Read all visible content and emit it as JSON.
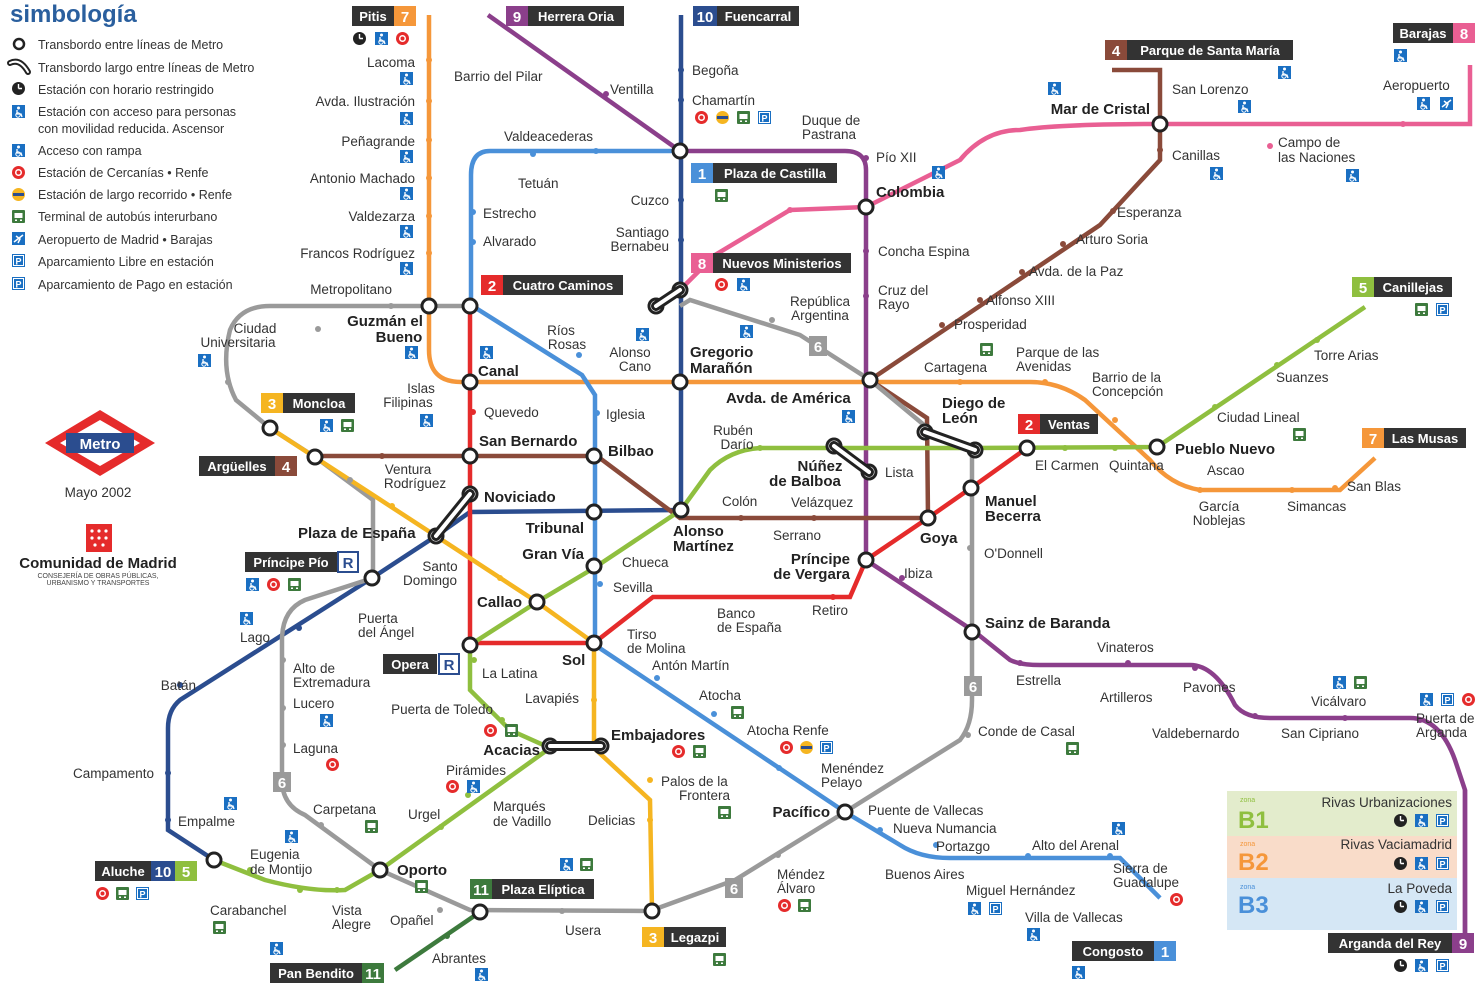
{
  "legend": {
    "title": "simbología",
    "items": [
      {
        "icon": "transfer-ring-icon",
        "label": "Transbordo entre líneas de Metro"
      },
      {
        "icon": "long-transfer-icon",
        "label": "Transbordo largo entre líneas de Metro"
      },
      {
        "icon": "restricted-hours-clock-icon",
        "label": "Estación con horario restringido"
      },
      {
        "icon": "wheelchair-lift-icon",
        "label": "Estación con acceso para personas"
      },
      {
        "icon": "",
        "label": "con movilidad reducida. Ascensor"
      },
      {
        "icon": "wheelchair-ramp-icon",
        "label": "Acceso con rampa"
      },
      {
        "icon": "cercanias-renfe-icon",
        "label": "Estación de Cercanías • Renfe"
      },
      {
        "icon": "long-distance-renfe-icon",
        "label": "Estación de largo recorrido • Renfe"
      },
      {
        "icon": "intercity-bus-icon",
        "label": "Terminal de autobús interurbano"
      },
      {
        "icon": "airport-plane-icon",
        "label": "Aeropuerto de Madrid • Barajas"
      },
      {
        "icon": "free-parking-icon",
        "label": "Aparcamiento Libre en estación"
      },
      {
        "icon": "paid-parking-icon",
        "label": "Aparcamiento de Pago en estación"
      }
    ]
  },
  "brand": {
    "metro_logo": "Metro",
    "date": "Mayo 2002",
    "comunidad": "Comunidad de Madrid",
    "consejeria_1": "CONSEJERÍA DE OBRAS PÚBLICAS,",
    "consejeria_2": "URBANISMO Y TRANSPORTES"
  },
  "colors": {
    "line1": "#4a90d9",
    "line2": "#e52b2b",
    "line3": "#f5b521",
    "line4": "#8a4a3a",
    "line5": "#8fbf3f",
    "line6": "#9a9a9a",
    "line7": "#f5973a",
    "line8": "#e95f93",
    "line9": "#8b3f8b",
    "line10": "#2b4d8f",
    "line11": "#3d7a3d",
    "text": "#333333"
  },
  "terminals": {
    "pitis": {
      "name": "Pitis",
      "num": "7"
    },
    "herrera_oria": {
      "name": "Herrera Oria",
      "num": "9"
    },
    "fuencarral": {
      "name": "Fuencarral",
      "num": "10"
    },
    "plaza_castilla": {
      "name": "Plaza de Castilla",
      "num": "1"
    },
    "cuatro_caminos": {
      "name": "Cuatro Caminos",
      "num": "2"
    },
    "nuevos_ministerios": {
      "name": "Nuevos Ministerios",
      "num": "8"
    },
    "parque_santa_maria": {
      "name": "Parque de Santa María",
      "num": "4"
    },
    "barajas": {
      "name": "Barajas",
      "num": "8"
    },
    "canillejas": {
      "name": "Canillejas",
      "num": "5"
    },
    "las_musas": {
      "name": "Las Musas",
      "num": "7"
    },
    "ventas": {
      "name": "Ventas",
      "num": "2"
    },
    "moncloa": {
      "name": "Moncloa",
      "num": "3"
    },
    "arguelles": {
      "name": "Argüelles",
      "num": "4"
    },
    "principe_pio": {
      "name": "Príncipe Pío",
      "num": "R"
    },
    "opera": {
      "name": "Opera",
      "num": "R"
    },
    "aluche": {
      "name": "Aluche",
      "num1": "10",
      "num2": "5"
    },
    "plaza_eliptica": {
      "name": "Plaza Elíptica",
      "num": "11"
    },
    "pan_bendito": {
      "name": "Pan Bendito",
      "num": "11"
    },
    "legazpi": {
      "name": "Legazpi",
      "num": "3"
    },
    "congosto": {
      "name": "Congosto",
      "num": "1"
    },
    "arganda_rey": {
      "name": "Arganda del Rey",
      "num": "9"
    }
  },
  "zones": [
    {
      "label": "zona",
      "code": "B1",
      "station": "Rivas Urbanizaciones"
    },
    {
      "label": "zona",
      "code": "B2",
      "station": "Rivas Vaciamadrid"
    },
    {
      "label": "zona",
      "code": "B3",
      "station": "La Poveda"
    }
  ],
  "line_badges": {
    "six": "6"
  },
  "stations": {
    "lacoma": "Lacoma",
    "avda_ilustracion": "Avda. Ilustración",
    "penagrande": "Peñagrande",
    "antonio_machado": "Antonio Machado",
    "valdezarza": "Valdezarza",
    "francos_rodriguez": "Francos Rodríguez",
    "metropolitano": "Metropolitano",
    "ciudad_universitaria_1": "Ciudad",
    "ciudad_universitaria_2": "Universitaria",
    "guzman_1": "Guzmán el",
    "guzman_2": "Bueno",
    "islas_1": "Islas",
    "islas_2": "Filipinas",
    "barrio_pilar": "Barrio del Pilar",
    "ventilla": "Ventilla",
    "valdeacederas": "Valdeacederas",
    "tetuan": "Tetuán",
    "estrecho": "Estrecho",
    "alvarado": "Alvarado",
    "begona": "Begoña",
    "chamartin": "Chamartín",
    "cuzco": "Cuzco",
    "santiago_1": "Santiago",
    "santiago_2": "Bernabeu",
    "duque_1": "Duque de",
    "duque_2": "Pastrana",
    "pio_xii": "Pío XII",
    "colombia": "Colombia",
    "concha_espina": "Concha Espina",
    "cruz_1": "Cruz del",
    "cruz_2": "Rayo",
    "republica_1": "República",
    "republica_2": "Argentina",
    "rios_1": "Ríos",
    "rios_2": "Rosas",
    "alonso_cano_1": "Alonso",
    "alonso_cano_2": "Cano",
    "gregorio_1": "Gregorio",
    "gregorio_2": "Marañón",
    "canal": "Canal",
    "quevedo": "Quevedo",
    "iglesia": "Iglesia",
    "san_bernardo": "San Bernardo",
    "bilbao": "Bilbao",
    "ventura_1": "Ventura",
    "ventura_2": "Rodríguez",
    "noviciado": "Noviciado",
    "tribunal": "Tribunal",
    "gran_via": "Gran Vía",
    "plaza_espana": "Plaza de España",
    "santo_1": "Santo",
    "santo_2": "Domingo",
    "callao": "Callao",
    "chueca": "Chueca",
    "sevilla": "Sevilla",
    "sol": "Sol",
    "la_latina": "La Latina",
    "lavapies": "Lavapiés",
    "tirso_1": "Tirso",
    "tirso_2": "de Molina",
    "anton_martin": "Antón Martín",
    "banco_1": "Banco",
    "banco_2": "de España",
    "retiro": "Retiro",
    "atocha": "Atocha",
    "atocha_renfe": "Atocha Renfe",
    "menendez_1": "Menéndez",
    "menendez_2": "Pelayo",
    "pacifico": "Pacífico",
    "embajadores": "Embajadores",
    "acacias": "Acacias",
    "palos_1": "Palos de la",
    "palos_2": "Frontera",
    "delicias": "Delicias",
    "puerta_toledo": "Puerta de Toledo",
    "piramides": "Pirámides",
    "marques_1": "Marqués",
    "marques_2": "de Vadillo",
    "urgel": "Urgel",
    "oporto": "Oporto",
    "puerta_angel_1": "Puerta",
    "puerta_angel_2": "del Ángel",
    "alto_ext_1": "Alto de",
    "alto_ext_2": "Extremadura",
    "lucero": "Lucero",
    "laguna": "Laguna",
    "lago": "Lago",
    "batan": "Batán",
    "campamento": "Campamento",
    "empalme": "Empalme",
    "eugenia_1": "Eugenia",
    "eugenia_2": "de Montijo",
    "carpetana": "Carpetana",
    "carabanchel": "Carabanchel",
    "vista_1": "Vista",
    "vista_2": "Alegre",
    "opanel": "Opañel",
    "abrantes": "Abrantes",
    "usera": "Usera",
    "mendez_1": "Méndez",
    "mendez_2": "Álvaro",
    "puente_vallecas": "Puente de Vallecas",
    "nueva_numancia": "Nueva Numancia",
    "portazgo": "Portazgo",
    "buenos_aires": "Buenos Aires",
    "alto_arenal": "Alto del Arenal",
    "miguel_hernandez": "Miguel Hernández",
    "sierra_1": "Sierra de",
    "sierra_2": "Guadalupe",
    "villa_vallecas": "Villa de Vallecas",
    "ruben_1": "Rubén",
    "ruben_2": "Darío",
    "avda_america": "Avda. de América",
    "nunez_1": "Núñez",
    "nunez_2": "de Balboa",
    "lista": "Lista",
    "colon": "Colón",
    "velazquez": "Velázquez",
    "serrano": "Serrano",
    "alonso_martinez_1": "Alonso",
    "alonso_martinez_2": "Martínez",
    "principe_vergara_1": "Príncipe",
    "principe_vergara_2": "de Vergara",
    "goya": "Goya",
    "diego_1": "Diego de",
    "diego_2": "León",
    "manuel_1": "Manuel",
    "manuel_2": "Becerra",
    "odonnell": "O'Donnell",
    "ibiza": "Ibiza",
    "sainz_baranda": "Sainz de Baranda",
    "estrella": "Estrella",
    "vinateros": "Vinateros",
    "artilleros": "Artilleros",
    "pavones": "Pavones",
    "valdebernardo": "Valdebernardo",
    "vicalvaro": "Vicálvaro",
    "san_cipriano": "San Cipriano",
    "puerta_arganda_1": "Puerta de",
    "puerta_arganda_2": "Arganda",
    "conde_casal": "Conde de Casal",
    "cartagena": "Cartagena",
    "parque_av_1": "Parque de las",
    "parque_av_2": "Avenidas",
    "barrio_conc_1": "Barrio de la",
    "barrio_conc_2": "Concepción",
    "pueblo_nuevo": "Pueblo Nuevo",
    "ciudad_lineal": "Ciudad Lineal",
    "quintana": "Quintana",
    "el_carmen": "El Carmen",
    "ascao": "Ascao",
    "garcia_1": "García",
    "garcia_2": "Noblejas",
    "simancas": "Simancas",
    "san_blas": "San Blas",
    "torre_arias": "Torre Arias",
    "suanzes": "Suanzes",
    "prosperidad": "Prosperidad",
    "alfonso_xiii": "Alfonso XIII",
    "avda_paz": "Avda. de la Paz",
    "arturo_soria": "Arturo Soria",
    "esperanza": "Esperanza",
    "canillas": "Canillas",
    "mar_cristal": "Mar de Cristal",
    "san_lorenzo": "San Lorenzo",
    "campo_1": "Campo de",
    "campo_2": "las Naciones",
    "aeropuerto": "Aeropuerto"
  }
}
